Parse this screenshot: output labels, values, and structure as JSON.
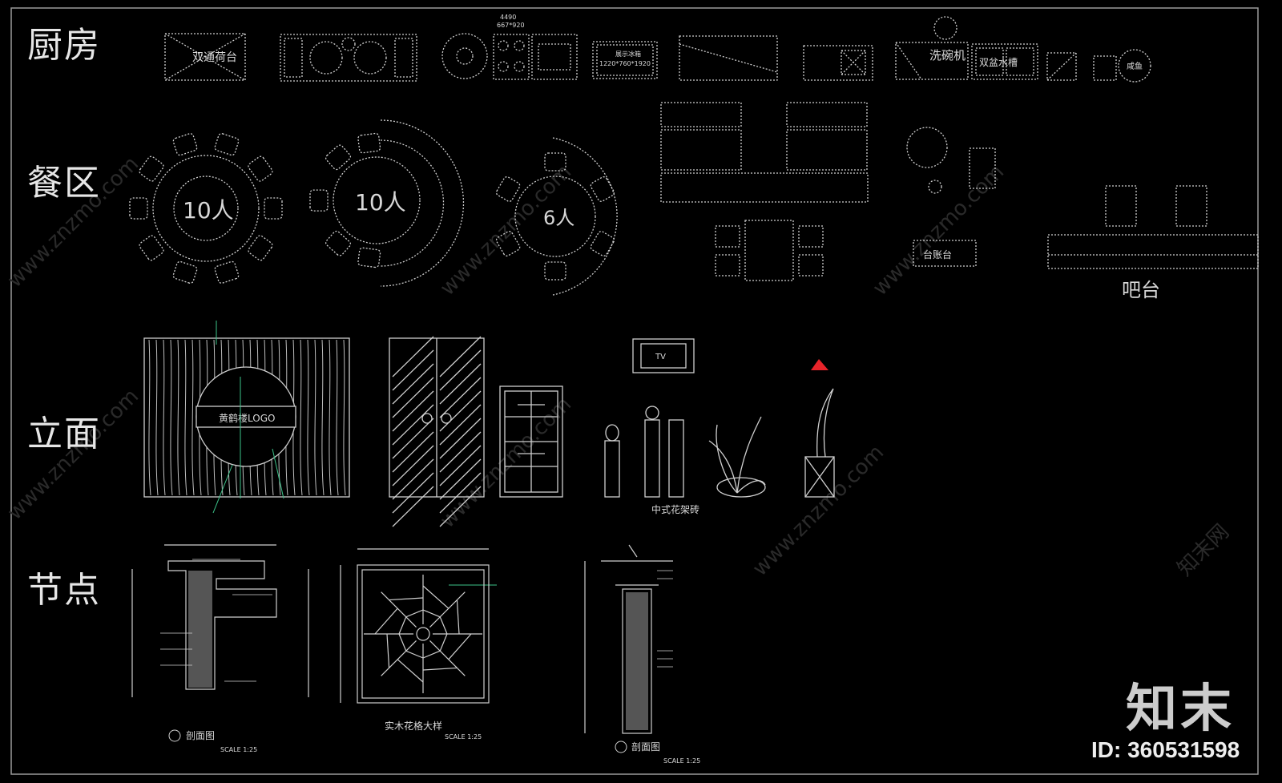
{
  "sections": {
    "kitchen": "厨房",
    "dining": "餐区",
    "elevation": "立面",
    "nodes": "节点"
  },
  "kitchen_labels": {
    "double_sink": "双通荷台",
    "dishwasher": "洗碗机",
    "double_basin": "双盆水槽",
    "top_dims": "4490",
    "top_dims2": "667*920",
    "fridge_dims": "1220*760*1920",
    "fridge_name": "展示冰箱",
    "small_item": "咸鱼"
  },
  "dining_labels": {
    "table10a": "10人",
    "table10b": "10人",
    "table6": "6人",
    "bar": "吧台",
    "cashier": "台账台"
  },
  "elevation_labels": {
    "logo": "黄鹤楼LOGO",
    "tv": "TV",
    "stand": "中式花架砖"
  },
  "node_labels": {
    "section1": "剖面图",
    "section2": "实木花格大样",
    "section3": "剖面图",
    "scale1": "SCALE 1:25",
    "scale2": "SCALE 1:25",
    "scale3": "SCALE 1:25"
  },
  "watermark": {
    "site": "www.znzmo.com",
    "cn": "知末网"
  },
  "brand": "知末",
  "id_text": "ID: 360531598"
}
